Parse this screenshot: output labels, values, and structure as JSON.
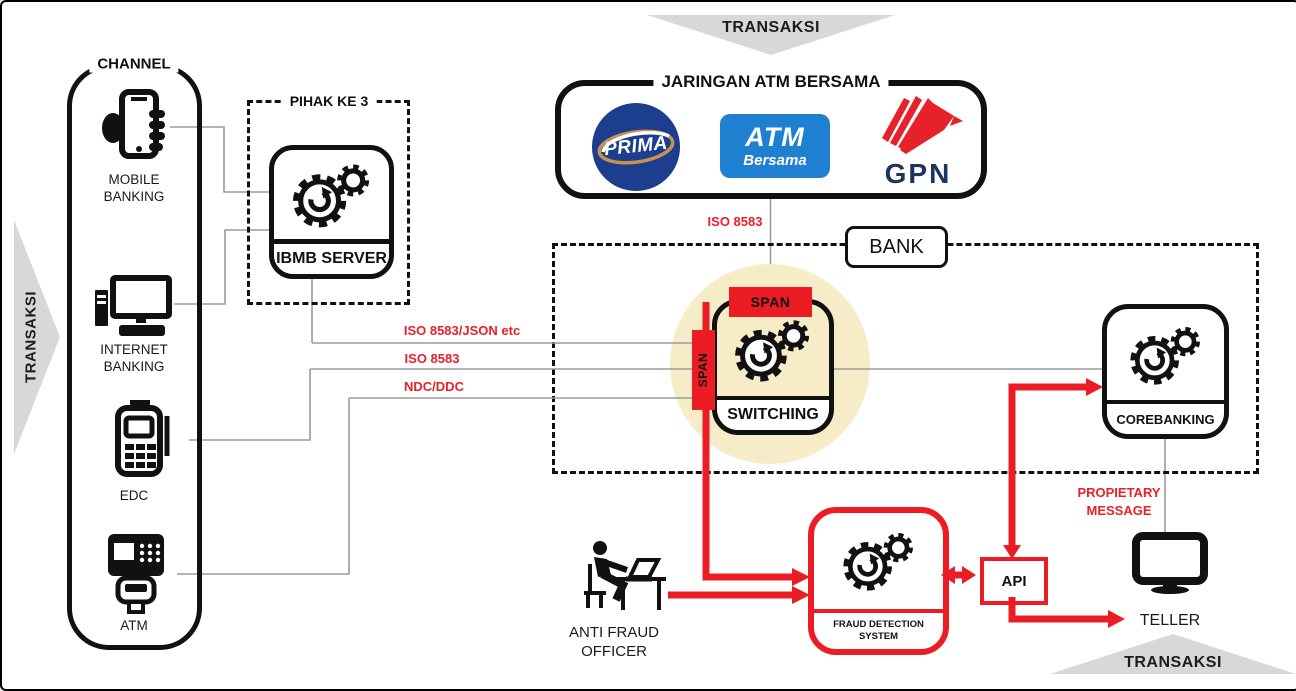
{
  "arrows": {
    "top": "TRANSAKSI",
    "left": "TRANSAKSI",
    "bottom_right": "TRANSAKSI"
  },
  "channel": {
    "title": "CHANNEL",
    "items": [
      {
        "label": "MOBILE\nBANKING"
      },
      {
        "label": "INTERNET\nBANKING"
      },
      {
        "label": "EDC"
      },
      {
        "label": "ATM"
      }
    ]
  },
  "third_party": {
    "title": "PIHAK KE 3",
    "server": "IBMB SERVER"
  },
  "network": {
    "title": "JARINGAN ATM BERSAMA",
    "prima": "PRIMA",
    "atm_bersama_top": "ATM",
    "atm_bersama_bottom": "Bersama",
    "gpn": "GPN"
  },
  "bank": {
    "title": "BANK",
    "switching": "SWITCHING",
    "span_top": "SPAN",
    "span_left": "SPAN",
    "corebanking": "COREBANKING"
  },
  "labels": {
    "iso_top": "ISO 8583",
    "iso_json": "ISO 8583/JSON etc",
    "iso_mid": "ISO 8583",
    "ndc": "NDC/DDC",
    "propietary": "PROPIETARY\nMESSAGE"
  },
  "fraud": {
    "officer": "ANTI FRAUD\nOFFICER",
    "fds": "FRAUD DETECTION\nSYSTEM",
    "api": "API",
    "teller": "TELLER"
  },
  "colors": {
    "red": "#EC1C24",
    "highlight_yellow": "#F6ECC7",
    "arrow_gray": "#D8D8D8",
    "line_gray": "#9B9B9B",
    "prima_navy": "#1D3D8F",
    "bersama_blue": "#1F7FD0",
    "gpn_navy": "#1B3560"
  }
}
